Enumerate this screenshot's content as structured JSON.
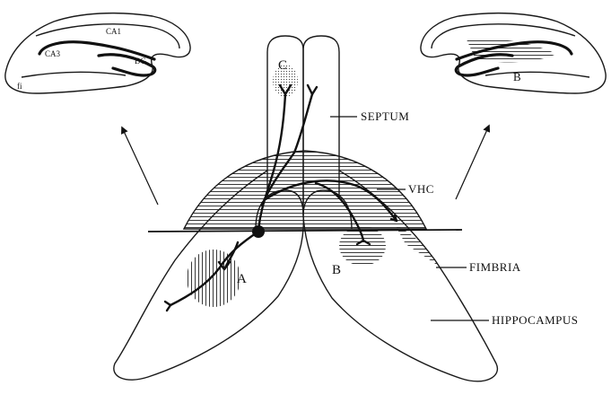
{
  "labels": {
    "septum": "SEPTUM",
    "vhc": "VHC",
    "fimbria": "FIMBRIA",
    "hippocampus": "HIPPOCAMPUS",
    "site_a": "A",
    "site_b": "B",
    "site_c": "C",
    "inset_right_b": "B",
    "ca1": "CA1",
    "ca3": "CA3",
    "dg": "DG",
    "fi": "fi"
  },
  "colors": {
    "ink": "#111111",
    "paper": "#ffffff"
  }
}
